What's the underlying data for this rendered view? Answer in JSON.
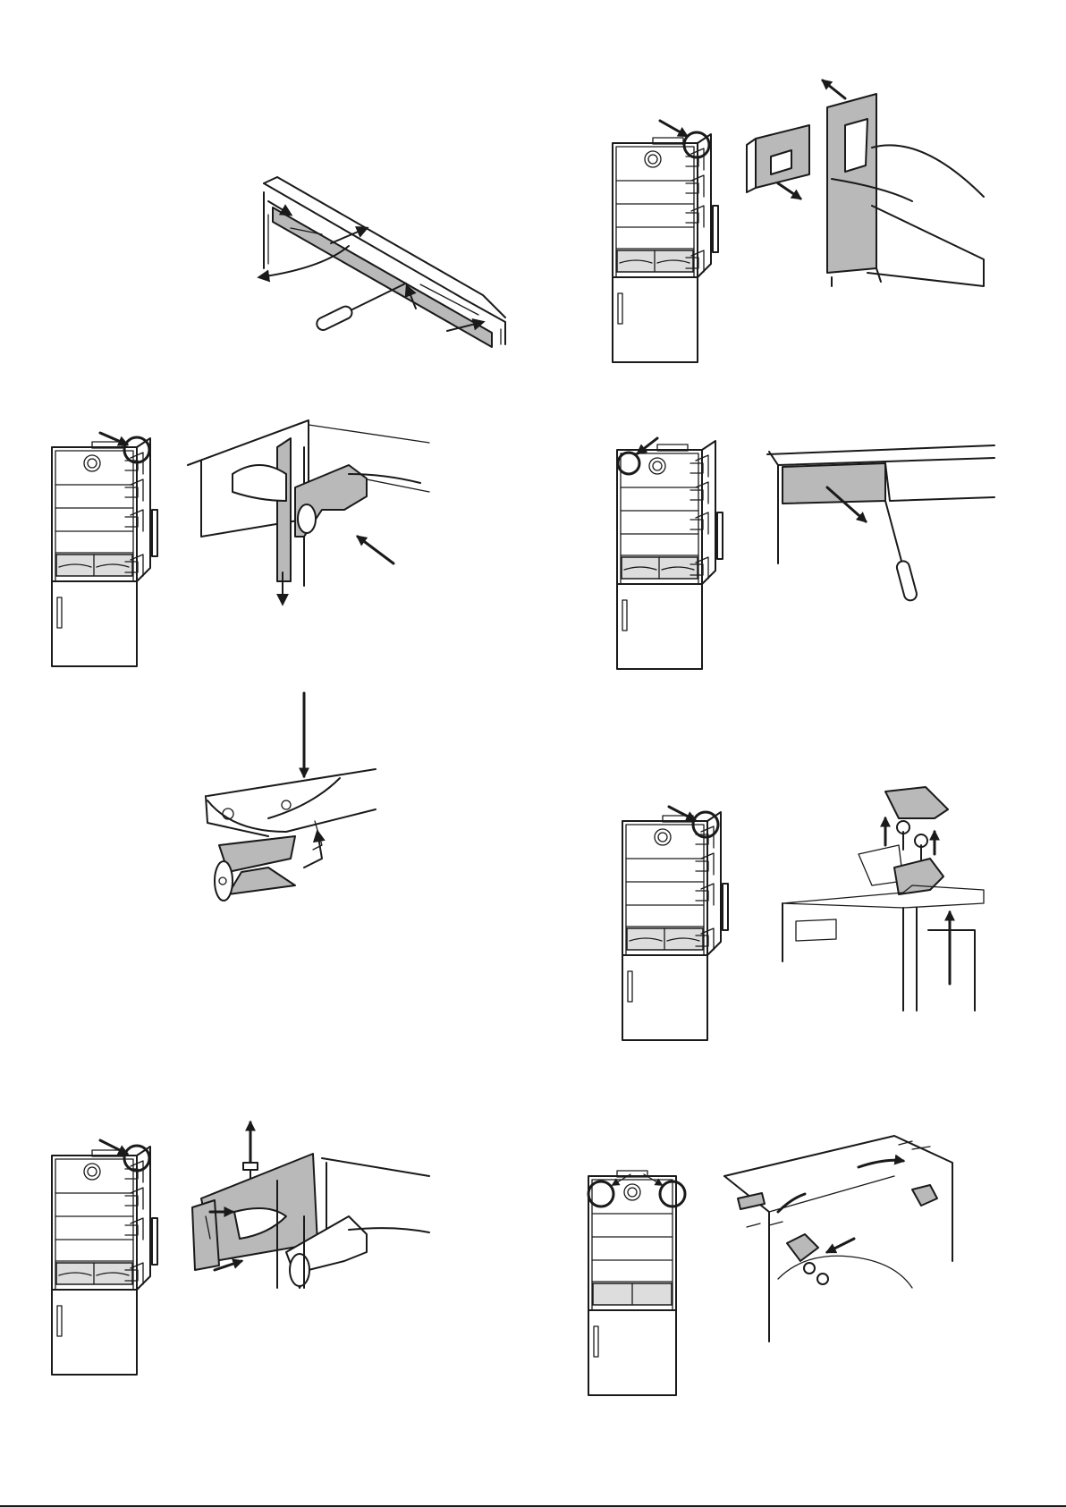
{
  "document": {
    "type": "installation instruction figure sheet",
    "steps": [
      {
        "id": "top-cover-removal",
        "icons": [
          "screwdriver-icon",
          "curved-arrow-icon"
        ]
      },
      {
        "id": "hinge-cover-removal",
        "icons": [
          "fridge-icon",
          "arrow-icon",
          "circle-marker-icon"
        ]
      },
      {
        "id": "hinge-clip-release",
        "icons": [
          "fridge-icon",
          "circle-marker-icon",
          "arrow-icon"
        ]
      },
      {
        "id": "trim-strip-removal",
        "icons": [
          "fridge-icon",
          "circle-marker-icon",
          "screwdriver-icon"
        ]
      },
      {
        "id": "clip-insertion",
        "icons": [
          "arrow-icon"
        ]
      },
      {
        "id": "top-hinge-removal",
        "icons": [
          "fridge-icon",
          "screw-icon",
          "arrow-icon"
        ]
      },
      {
        "id": "hinge-pin-removal",
        "icons": [
          "fridge-icon",
          "circle-marker-icon",
          "arrow-icon"
        ]
      },
      {
        "id": "hinge-relocation",
        "icons": [
          "fridge-icon",
          "circle-marker-icon",
          "screw-icon",
          "arrow-icon"
        ]
      }
    ],
    "colors": {
      "line": "#1a1a1a",
      "shade": "#b9b9b9",
      "light_shade": "#dddddd",
      "paper": "#ffffff"
    }
  }
}
